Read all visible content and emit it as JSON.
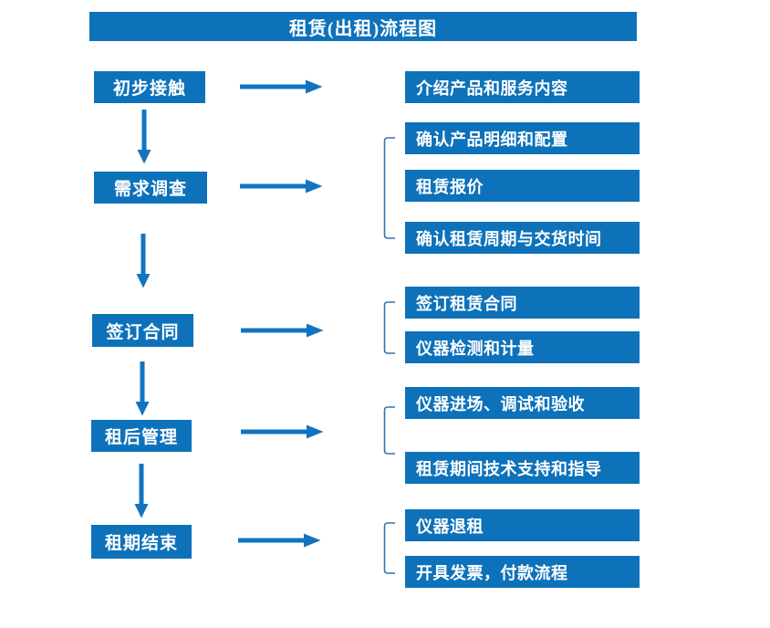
{
  "title": "租赁(出租)流程图",
  "colors": {
    "box_blue": "#0d72ba",
    "arrow_blue": "#1274c0",
    "bracket_blue": "#2e74b5",
    "text_white": "#ffffff",
    "background": "#ffffff"
  },
  "stages": [
    {
      "label": "初步接触",
      "items": [
        "介绍产品和服务内容"
      ]
    },
    {
      "label": "需求调查",
      "items": [
        "确认产品明细和配置",
        "租赁报价",
        "确认租赁周期与交货时间"
      ]
    },
    {
      "label": "签订合同",
      "items": [
        "签订租赁合同",
        "仪器检测和计量"
      ]
    },
    {
      "label": "租后管理",
      "items": [
        "仪器进场、调试和验收",
        "租赁期间技术支持和指导"
      ]
    },
    {
      "label": "租期结束",
      "items": [
        "仪器退租",
        "开具发票，付款流程"
      ]
    }
  ]
}
